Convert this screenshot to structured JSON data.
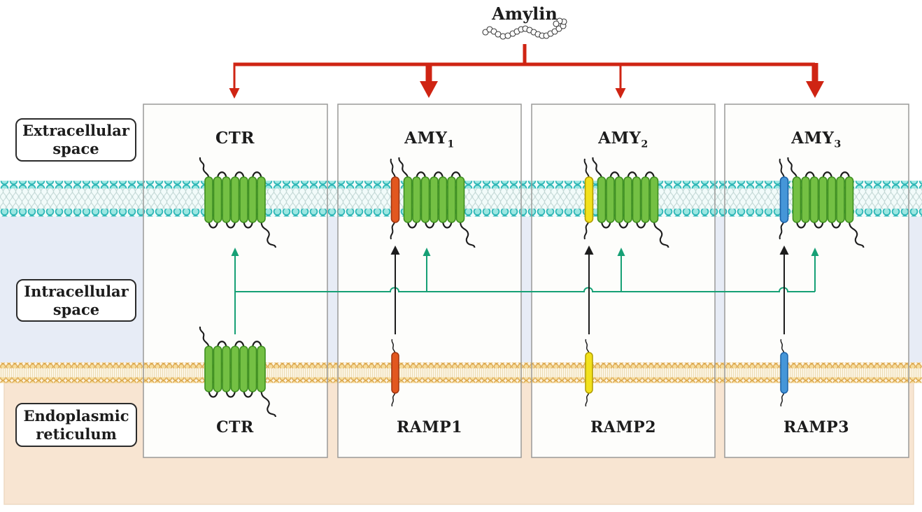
{
  "figure": {
    "amylin_label": "Amylin",
    "regions": {
      "extracellular": "Extracellular space",
      "intracellular": "Intracellular space",
      "er": "Endoplasmic reticulum"
    },
    "panels": [
      {
        "title_base": "CTR",
        "title_sub": "",
        "bottom_label": "CTR"
      },
      {
        "title_base": "AMY",
        "title_sub": "1",
        "bottom_label": "RAMP1"
      },
      {
        "title_base": "AMY",
        "title_sub": "2",
        "bottom_label": "RAMP2"
      },
      {
        "title_base": "AMY",
        "title_sub": "3",
        "bottom_label": "RAMP3"
      }
    ],
    "icons": {
      "amylin": "peptide-chain-icon"
    }
  },
  "colors": {
    "red_arrow": "#cf2413",
    "teal_arrow": "#16a075",
    "black_arrow": "#1c1c1c",
    "helix_green": "#74c044",
    "helix_green_border": "#3e8f20",
    "ramp1": "#e2571f",
    "ramp1_border": "#9e3410",
    "ramp2": "#f2e11c",
    "ramp2_border": "#b09c00",
    "ramp3": "#4596d8",
    "ramp3_border": "#1d63a8",
    "mem_head": "#9de7e2",
    "mem_head_border": "#2ab5b5",
    "mem_band": "#f2fbfa",
    "mem_tail": "#c3d8d6",
    "er_head": "#f6dc9c",
    "er_head_border": "#dca64b",
    "er_band": "#fcf5e4",
    "er_tail": "#ecdcb4",
    "bg_intracellular": "#e7ecf6",
    "bg_er": "#f8e5d2",
    "panel_fill": "#fdfdfb",
    "panel_border": "#9a9a98"
  }
}
